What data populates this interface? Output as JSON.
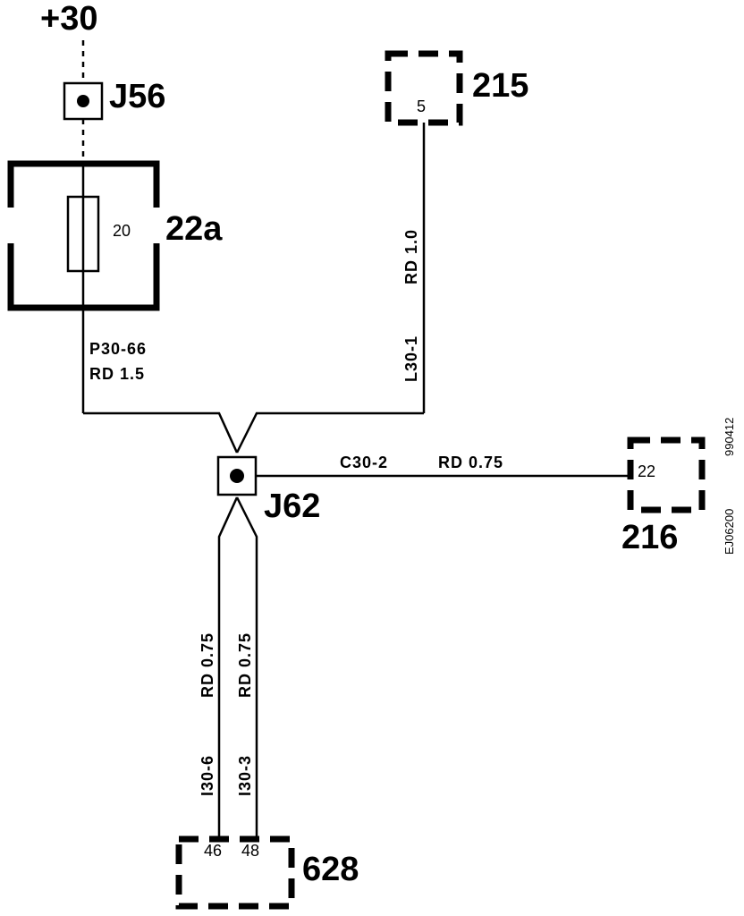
{
  "supply": {
    "label": "+30"
  },
  "splices": {
    "j56": {
      "label": "J56"
    },
    "j62": {
      "label": "J62"
    }
  },
  "fuse_box": {
    "label": "22a",
    "fuse_number": "20"
  },
  "connectors": {
    "c215": {
      "label": "215",
      "pin": "5"
    },
    "c216": {
      "label": "216",
      "pin": "22"
    },
    "c628": {
      "label": "628",
      "pins": [
        "46",
        "48"
      ]
    }
  },
  "wires": {
    "p30_66": {
      "id": "P30-66",
      "spec": "RD 1.5"
    },
    "l30_1": {
      "id": "L30-1",
      "spec": "RD 1.0"
    },
    "c30_2": {
      "id": "C30-2",
      "spec": "RD 0.75"
    },
    "i30_6": {
      "id": "I30-6",
      "spec": "RD 0.75"
    },
    "i30_3": {
      "id": "I30-3",
      "spec": "RD 0.75"
    }
  },
  "drawing_ref": {
    "number": "EJ06200",
    "date": "990412"
  }
}
